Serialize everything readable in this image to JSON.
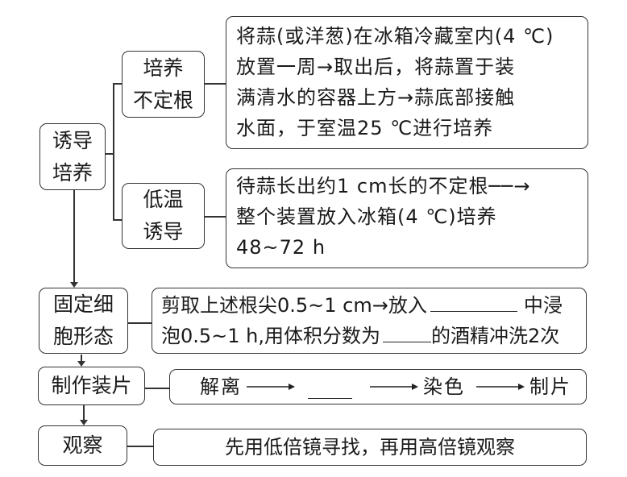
{
  "induce": {
    "label_line1": "诱导",
    "label_line2": "培养",
    "branch1": {
      "label_line1": "培养",
      "label_line2": "不定根",
      "detail_lines": [
        "将蒜(或洋葱)在冰箱冷藏室内(4 ℃)",
        "放置一周→取出后，将蒜置于装",
        "满清水的容器上方→蒜底部接触",
        "水面，于室温25 ℃进行培养"
      ]
    },
    "branch2": {
      "label_line1": "低温",
      "label_line2": "诱导",
      "detail_lines": [
        "待蒜长出约1 cm长的不定根──→",
        "整个装置放入冰箱(4 ℃)培养",
        "48~72 h"
      ]
    }
  },
  "fix": {
    "label_line1": "固定细",
    "label_line2": "胞形态",
    "line1_a": "剪取上述根尖0.5~1 cm→放入",
    "line1_b": "中浸",
    "line2_a": "泡0.5~1 h,用体积分数为",
    "line2_b": "的酒精冲洗2次"
  },
  "slide": {
    "label": "制作装片",
    "steps": [
      "解离",
      "染色",
      "制片"
    ]
  },
  "observe": {
    "label": "观察",
    "detail": "先用低倍镜寻找，再用高倍镜观察"
  }
}
